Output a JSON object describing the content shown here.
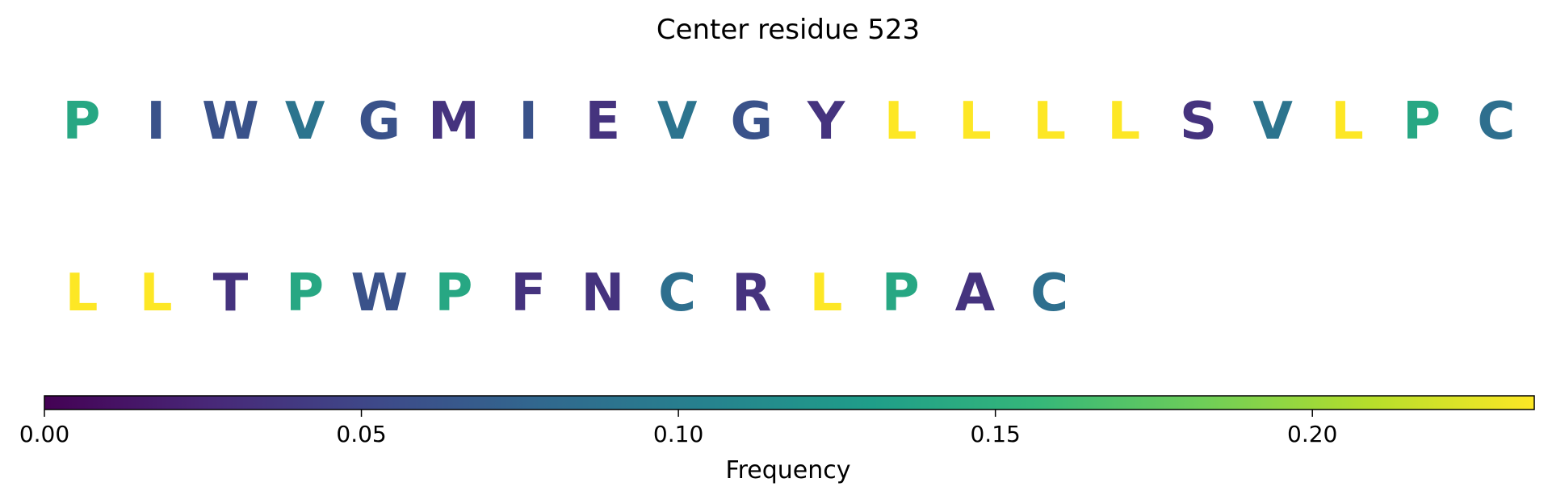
{
  "chart_data": {
    "type": "sequence-frequency-map",
    "title": "Center residue 523",
    "rows": [
      {
        "residues": [
          {
            "letter": "P",
            "frequency": 0.14
          },
          {
            "letter": "I",
            "frequency": 0.06
          },
          {
            "letter": "W",
            "frequency": 0.06
          },
          {
            "letter": "V",
            "frequency": 0.09
          },
          {
            "letter": "G",
            "frequency": 0.06
          },
          {
            "letter": "M",
            "frequency": 0.035
          },
          {
            "letter": "I",
            "frequency": 0.06
          },
          {
            "letter": "E",
            "frequency": 0.035
          },
          {
            "letter": "V",
            "frequency": 0.09
          },
          {
            "letter": "G",
            "frequency": 0.06
          },
          {
            "letter": "Y",
            "frequency": 0.035
          },
          {
            "letter": "L",
            "frequency": 0.235
          },
          {
            "letter": "L",
            "frequency": 0.235
          },
          {
            "letter": "L",
            "frequency": 0.235
          },
          {
            "letter": "L",
            "frequency": 0.235
          },
          {
            "letter": "S",
            "frequency": 0.035
          },
          {
            "letter": "V",
            "frequency": 0.09
          },
          {
            "letter": "L",
            "frequency": 0.235
          },
          {
            "letter": "P",
            "frequency": 0.14
          },
          {
            "letter": "C",
            "frequency": 0.085
          }
        ]
      },
      {
        "residues": [
          {
            "letter": "L",
            "frequency": 0.235
          },
          {
            "letter": "L",
            "frequency": 0.235
          },
          {
            "letter": "T",
            "frequency": 0.035
          },
          {
            "letter": "P",
            "frequency": 0.14
          },
          {
            "letter": "W",
            "frequency": 0.06
          },
          {
            "letter": "P",
            "frequency": 0.14
          },
          {
            "letter": "F",
            "frequency": 0.035
          },
          {
            "letter": "N",
            "frequency": 0.035
          },
          {
            "letter": "C",
            "frequency": 0.085
          },
          {
            "letter": "R",
            "frequency": 0.035
          },
          {
            "letter": "L",
            "frequency": 0.235
          },
          {
            "letter": "P",
            "frequency": 0.14
          },
          {
            "letter": "A",
            "frequency": 0.035
          },
          {
            "letter": "C",
            "frequency": 0.085
          }
        ]
      }
    ],
    "colorbar": {
      "label": "Frequency",
      "range": [
        0,
        0.235
      ],
      "ticks": [
        0.0,
        0.05,
        0.1,
        0.15,
        0.2
      ],
      "tick_labels": [
        "0.00",
        "0.05",
        "0.10",
        "0.15",
        "0.20"
      ],
      "colormap": [
        "#440154",
        "#482878",
        "#3e4989",
        "#31688e",
        "#26828e",
        "#1f9e89",
        "#35b779",
        "#6ece58",
        "#b5de2b",
        "#fde725"
      ]
    }
  }
}
